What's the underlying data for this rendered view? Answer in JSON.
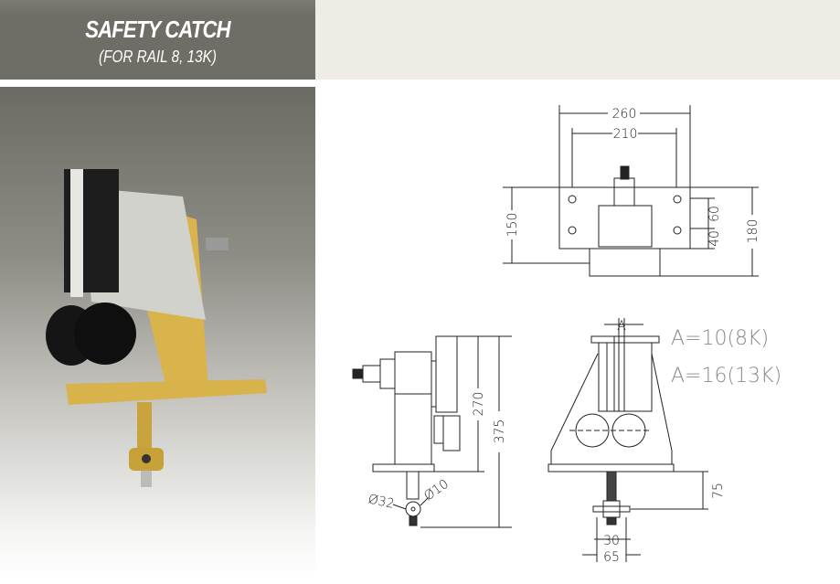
{
  "header": {
    "title": "SAFETY CATCH",
    "subtitle": "(FOR RAIL 8, 13K)"
  },
  "top_view": {
    "dims": {
      "width_outer": "260",
      "width_inner": "210",
      "height_left": "150",
      "h60": "60",
      "h40": "40",
      "height_total": "180"
    }
  },
  "side_view": {
    "dims": {
      "h270": "270",
      "h375": "375",
      "d32": "Ø32",
      "d10": "Ø10"
    }
  },
  "front_view": {
    "dims": {
      "a": "A",
      "h75": "75",
      "w30": "30",
      "w65": "65"
    },
    "notes": [
      "A=10(8K)",
      "A=16(13K)"
    ]
  },
  "colors": {
    "header_dark": "#6f6e66",
    "header_light": "#efece5",
    "brass": "#d8b24a"
  }
}
